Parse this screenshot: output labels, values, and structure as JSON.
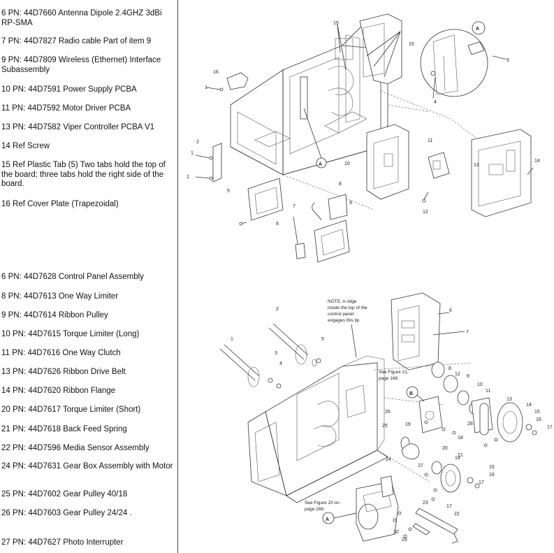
{
  "top_parts": [
    {
      "label": "6 PN: 44D7660 Antenna Dipole 2.4GHZ 3dBi RP-SMA"
    },
    {
      "label": "7 PN: 44D7827 Radio cable Part of item 9"
    },
    {
      "label": "9 PN: 44D7809 Wireless (Ethernet) Interface Subassembly"
    },
    {
      "label": "10 PN: 44D7591 Power Supply PCBA"
    },
    {
      "label": "11 PN: 44D7592 Motor Driver PCBA"
    },
    {
      "label": "13 PN: 44D7582 Viper Controller PCBA V1"
    },
    {
      "label": "14 Ref Screw"
    },
    {
      "label": "15 Ref Plastic Tab (5) Two tabs hold the top of the board; three tabs hold the right side of the board."
    },
    {
      "label": "16 Ref Cover Plate (Trapezoidal)"
    }
  ],
  "bottom_parts": [
    {
      "label": "6 PN: 44D7628 Control Panel Assembly"
    },
    {
      "label": "8 PN: 44D7613 One Way Limiter"
    },
    {
      "label": "9 PN: 44D7614 Ribbon Pulley"
    },
    {
      "label": "10 PN: 44D7615 Torque Limiter (Long)"
    },
    {
      "label": "11 PN: 44D7616 One Way Clutch"
    },
    {
      "label": "13 PN: 44D7626 Ribbon Drive Belt"
    },
    {
      "label": "14 PN: 44D7620 Ribbon Flange"
    },
    {
      "label": "20 PN: 44D7617 Torque Limiter (Short)"
    },
    {
      "label": "21 PN: 44D7618 Back Feed Spring"
    },
    {
      "label": "22 PN: 44D7596 Media Sensor Assembly"
    },
    {
      "label": "24 PN: 44D7631 Gear Box Assembly with Motor"
    },
    {
      "label": "25 PN: 44D7602 Gear Pulley 40/18"
    },
    {
      "label": "26 PN: 44D7603 Gear Pulley 24/24 ."
    },
    {
      "label": "27 PN: 44D7627 Photo Interrupter"
    }
  ],
  "diagram_top": {
    "callout_a": "A",
    "labels": {
      "n1a": "1",
      "n1b": "1",
      "n1c": "1",
      "n2": "2",
      "n3": "3",
      "n4": "4",
      "n5": "5",
      "n6": "6",
      "n7": "7",
      "n8": "8",
      "n9": "9",
      "n10": "10",
      "n11": "11",
      "n12": "12",
      "n13": "13",
      "n14": "14",
      "n15a": "15",
      "n15b": "15",
      "n16": "16"
    }
  },
  "diagram_bottom": {
    "callout_a": "A",
    "callout_b": "B",
    "note_lines": [
      "NOTE: A ridge",
      "inside the top of the",
      "control panel",
      "engages this lip."
    ],
    "see_fig_21": [
      "See Figure 21,",
      "page 168."
    ],
    "see_fig_20": [
      "See Figure 20 on",
      "page 166."
    ],
    "labels": {
      "n1": "1",
      "n2": "2",
      "n3": "3",
      "n4": "4",
      "n5": "5",
      "n6": "6",
      "n7": "7",
      "n8": "8",
      "n9": "9",
      "n10": "10",
      "n11": "11",
      "n12": "12",
      "n13": "13",
      "n14a": "14",
      "n14b": "14",
      "n15a": "15",
      "n15b": "15",
      "n16a": "16",
      "n16b": "16",
      "n17a": "17",
      "n17b": "17",
      "n17c": "17",
      "n18": "18",
      "n19": "19",
      "n20": "20",
      "n21": "21",
      "n22": "22",
      "n23": "23",
      "n24": "24",
      "n25": "25",
      "n26": "26",
      "n27": "27",
      "n28": "28",
      "n29": "29",
      "n30": "30"
    }
  }
}
